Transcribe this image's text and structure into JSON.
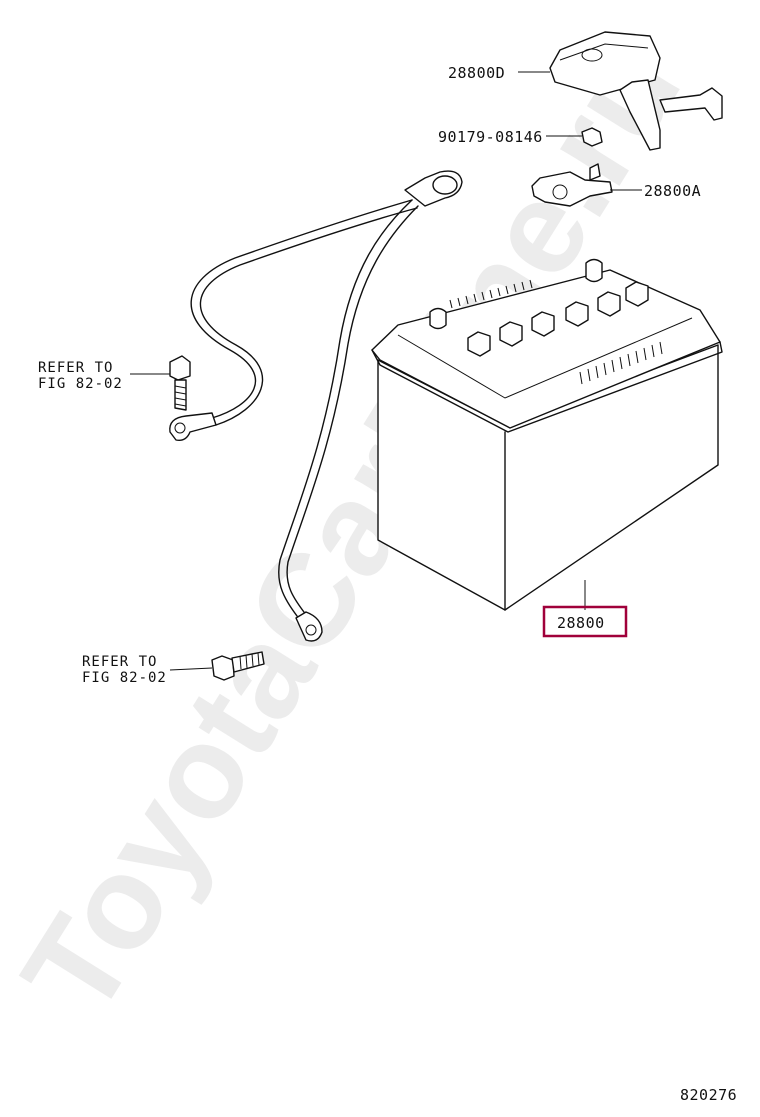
{
  "watermark": "ToyotaCarMine.ru",
  "figure_number": "820276",
  "parts": {
    "cover": "28800D",
    "nut": "90179-08146",
    "clamp": "28800A",
    "battery": "28800"
  },
  "refer_top": {
    "line1": "REFER TO",
    "line2": "FIG 82-02"
  },
  "refer_bottom": {
    "line1": "REFER TO",
    "line2": "FIG 82-02"
  },
  "highlight_color": "#a0003a"
}
